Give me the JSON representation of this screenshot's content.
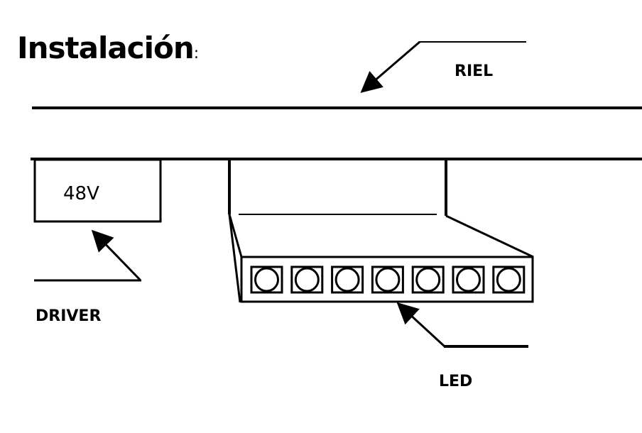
{
  "title": "Instalación",
  "title_suffix": ":",
  "labels": {
    "rail": "RIEL",
    "driver_voltage": "48V",
    "driver": "DRIVER",
    "led": "LED"
  },
  "led_count": 7,
  "colors": {
    "ink": "#000000",
    "background": "#ffffff"
  }
}
